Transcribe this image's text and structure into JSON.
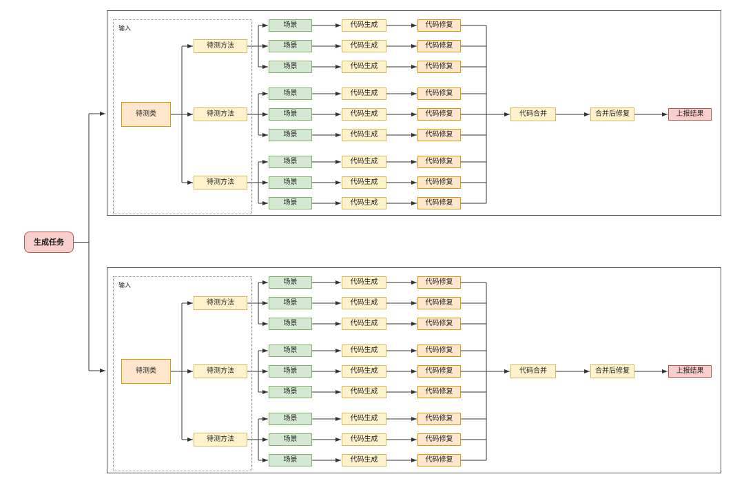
{
  "diagram": {
    "root_label": "生成任务",
    "colors": {
      "task_fill": "#f8cecc",
      "task_stroke": "#b85450",
      "class_fill": "#ffe6cc",
      "class_stroke": "#d79b00",
      "method_fill": "#fff2cc",
      "method_stroke": "#d6b656",
      "scenario_fill": "#d5e8d4",
      "scenario_stroke": "#82b366",
      "edge": "#333333"
    },
    "pipelines": [
      {
        "input_label": "输入",
        "class_label": "待测类",
        "methods": [
          {
            "label": "待测方法",
            "scenarios": [
              {
                "scenario": "场景",
                "codegen": "代码生成",
                "codefix": "代码修复"
              },
              {
                "scenario": "场景",
                "codegen": "代码生成",
                "codefix": "代码修复"
              },
              {
                "scenario": "场景",
                "codegen": "代码生成",
                "codefix": "代码修复"
              }
            ]
          },
          {
            "label": "待测方法",
            "scenarios": [
              {
                "scenario": "场景",
                "codegen": "代码生成",
                "codefix": "代码修复"
              },
              {
                "scenario": "场景",
                "codegen": "代码生成",
                "codefix": "代码修复"
              },
              {
                "scenario": "场景",
                "codegen": "代码生成",
                "codefix": "代码修复"
              }
            ]
          },
          {
            "label": "待测方法",
            "scenarios": [
              {
                "scenario": "场景",
                "codegen": "代码生成",
                "codefix": "代码修复"
              },
              {
                "scenario": "场景",
                "codegen": "代码生成",
                "codefix": "代码修复"
              },
              {
                "scenario": "场景",
                "codegen": "代码生成",
                "codefix": "代码修复"
              }
            ]
          }
        ],
        "merge_label": "代码合并",
        "merge_after_label": "合并后修复",
        "report_label": "上报结果"
      },
      {
        "input_label": "输入",
        "class_label": "待测类",
        "methods": [
          {
            "label": "待测方法",
            "scenarios": [
              {
                "scenario": "场景",
                "codegen": "代码生成",
                "codefix": "代码修复"
              },
              {
                "scenario": "场景",
                "codegen": "代码生成",
                "codefix": "代码修复"
              },
              {
                "scenario": "场景",
                "codegen": "代码生成",
                "codefix": "代码修复"
              }
            ]
          },
          {
            "label": "待测方法",
            "scenarios": [
              {
                "scenario": "场景",
                "codegen": "代码生成",
                "codefix": "代码修复"
              },
              {
                "scenario": "场景",
                "codegen": "代码生成",
                "codefix": "代码修复"
              },
              {
                "scenario": "场景",
                "codegen": "代码生成",
                "codefix": "代码修复"
              }
            ]
          },
          {
            "label": "待测方法",
            "scenarios": [
              {
                "scenario": "场景",
                "codegen": "代码生成",
                "codefix": "代码修复"
              },
              {
                "scenario": "场景",
                "codegen": "代码生成",
                "codefix": "代码修复"
              },
              {
                "scenario": "场景",
                "codegen": "代码生成",
                "codefix": "代码修复"
              }
            ]
          }
        ],
        "merge_label": "代码合并",
        "merge_after_label": "合并后修复",
        "report_label": "上报结果"
      }
    ]
  }
}
